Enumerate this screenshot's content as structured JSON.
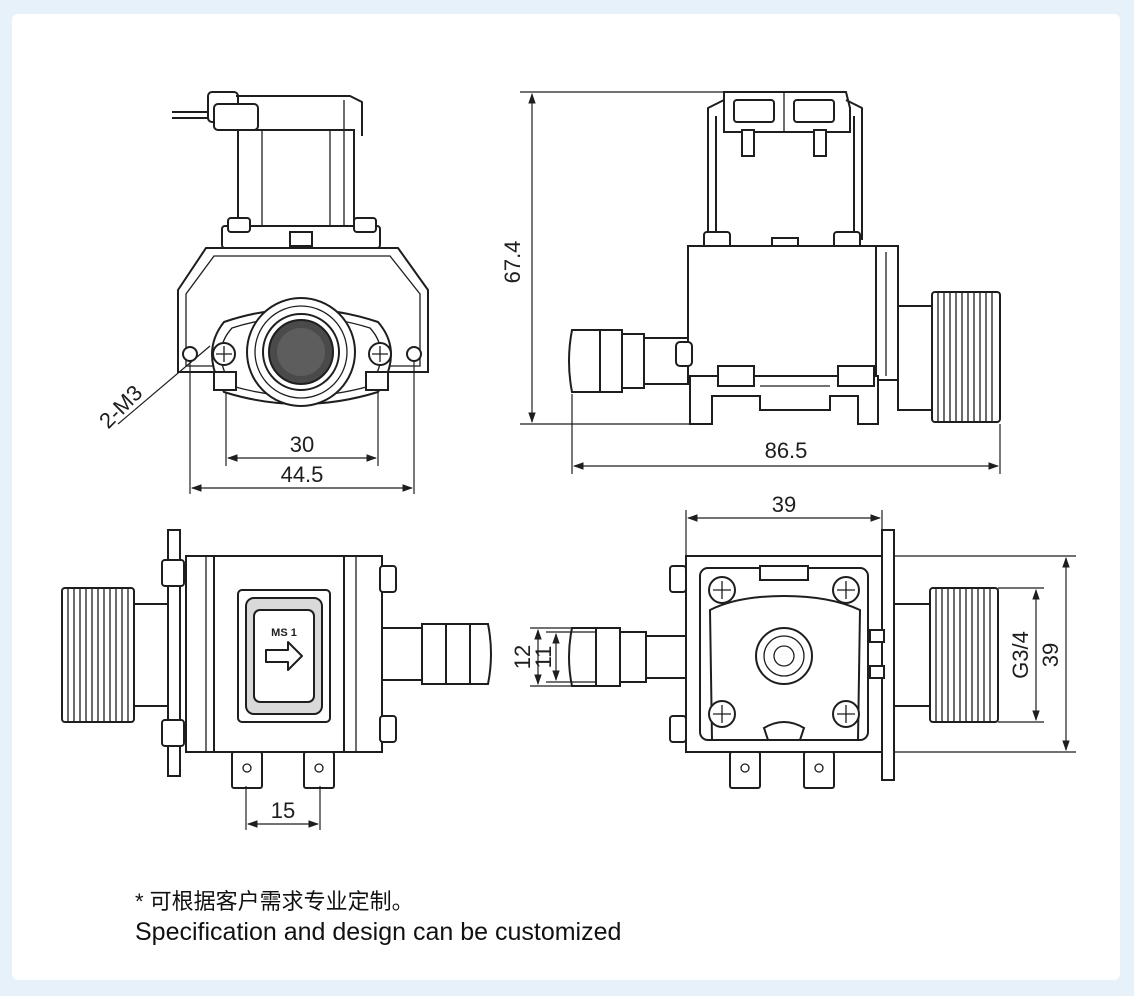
{
  "dimensions": {
    "d_2m3": "2-M3",
    "d_30": "30",
    "d_44_5": "44.5",
    "d_67_4": "67.4",
    "d_86_5": "86.5",
    "d_39_top": "39",
    "d_12": "12",
    "d_11": "11",
    "d_g34": "G3/4",
    "d_39_right": "39",
    "d_15": "15"
  },
  "label_ms1": "MS 1",
  "notes": {
    "chinese": "* 可根据客户需求专业定制。",
    "english": "Specification and design can be customized"
  }
}
